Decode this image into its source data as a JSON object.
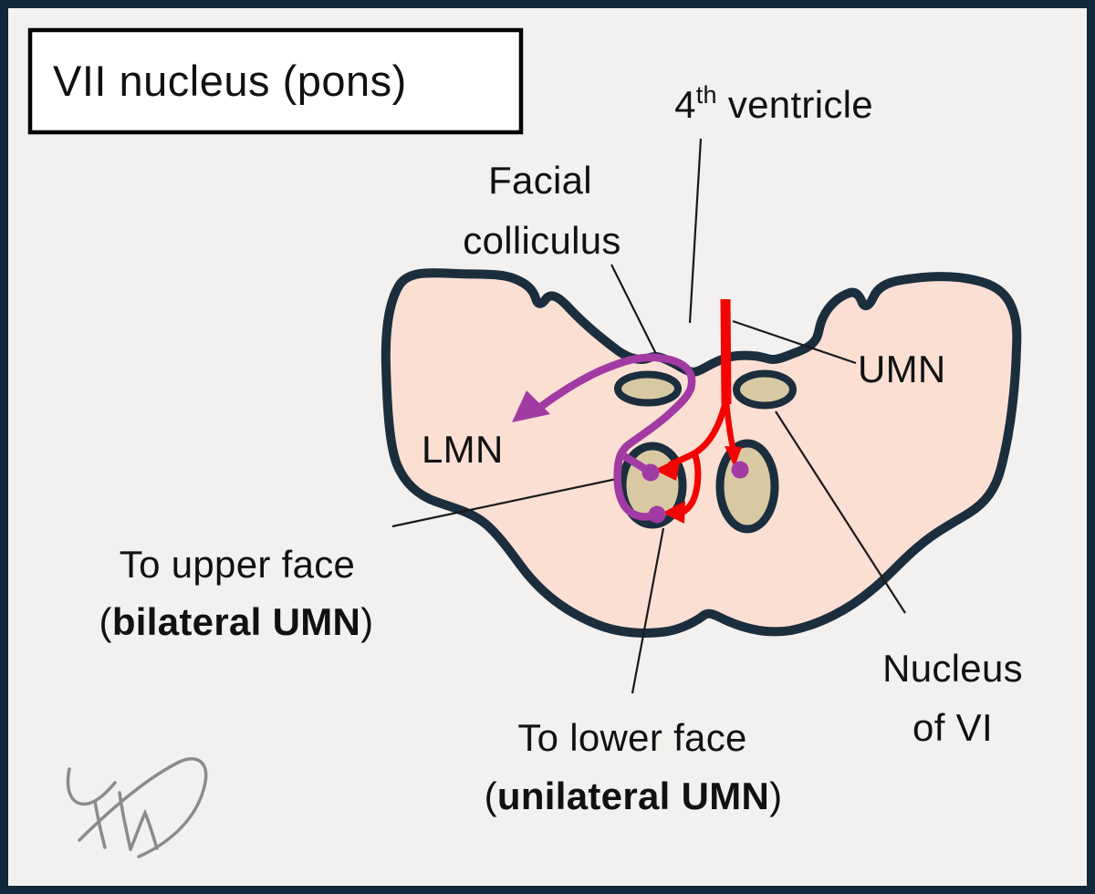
{
  "title": {
    "text": "VII nucleus (pons)"
  },
  "labels": {
    "ventricle": {
      "num": "4",
      "sup": "th",
      "rest": " ventricle"
    },
    "facial_colliculus": {
      "line1": "Facial",
      "line2": "colliculus"
    },
    "umn": "UMN",
    "lmn": "LMN",
    "upper_face": {
      "line1": "To upper face",
      "open": "(",
      "bold": "bilateral UMN",
      "close": ")"
    },
    "lower_face": {
      "line1": "To lower face",
      "open": "(",
      "bold": "unilateral UMN",
      "close": ")"
    },
    "nucleus_vi": {
      "line1": "Nucleus",
      "line2": "of VI"
    }
  },
  "colors": {
    "background": "#f2f1ef",
    "frame": "#132838",
    "outline": "#1b2e3e",
    "pons_fill": "#fbdfd3",
    "nucleus_fill": "#d9c9a3",
    "umn_red": "#f20402",
    "lmn_purple": "#a23aa4",
    "text": "#111111",
    "title_box_fill": "#ffffff",
    "title_box_border": "#000000",
    "pointer_line": "#1a1a1a",
    "signature_gray": "#8b8b8b"
  }
}
